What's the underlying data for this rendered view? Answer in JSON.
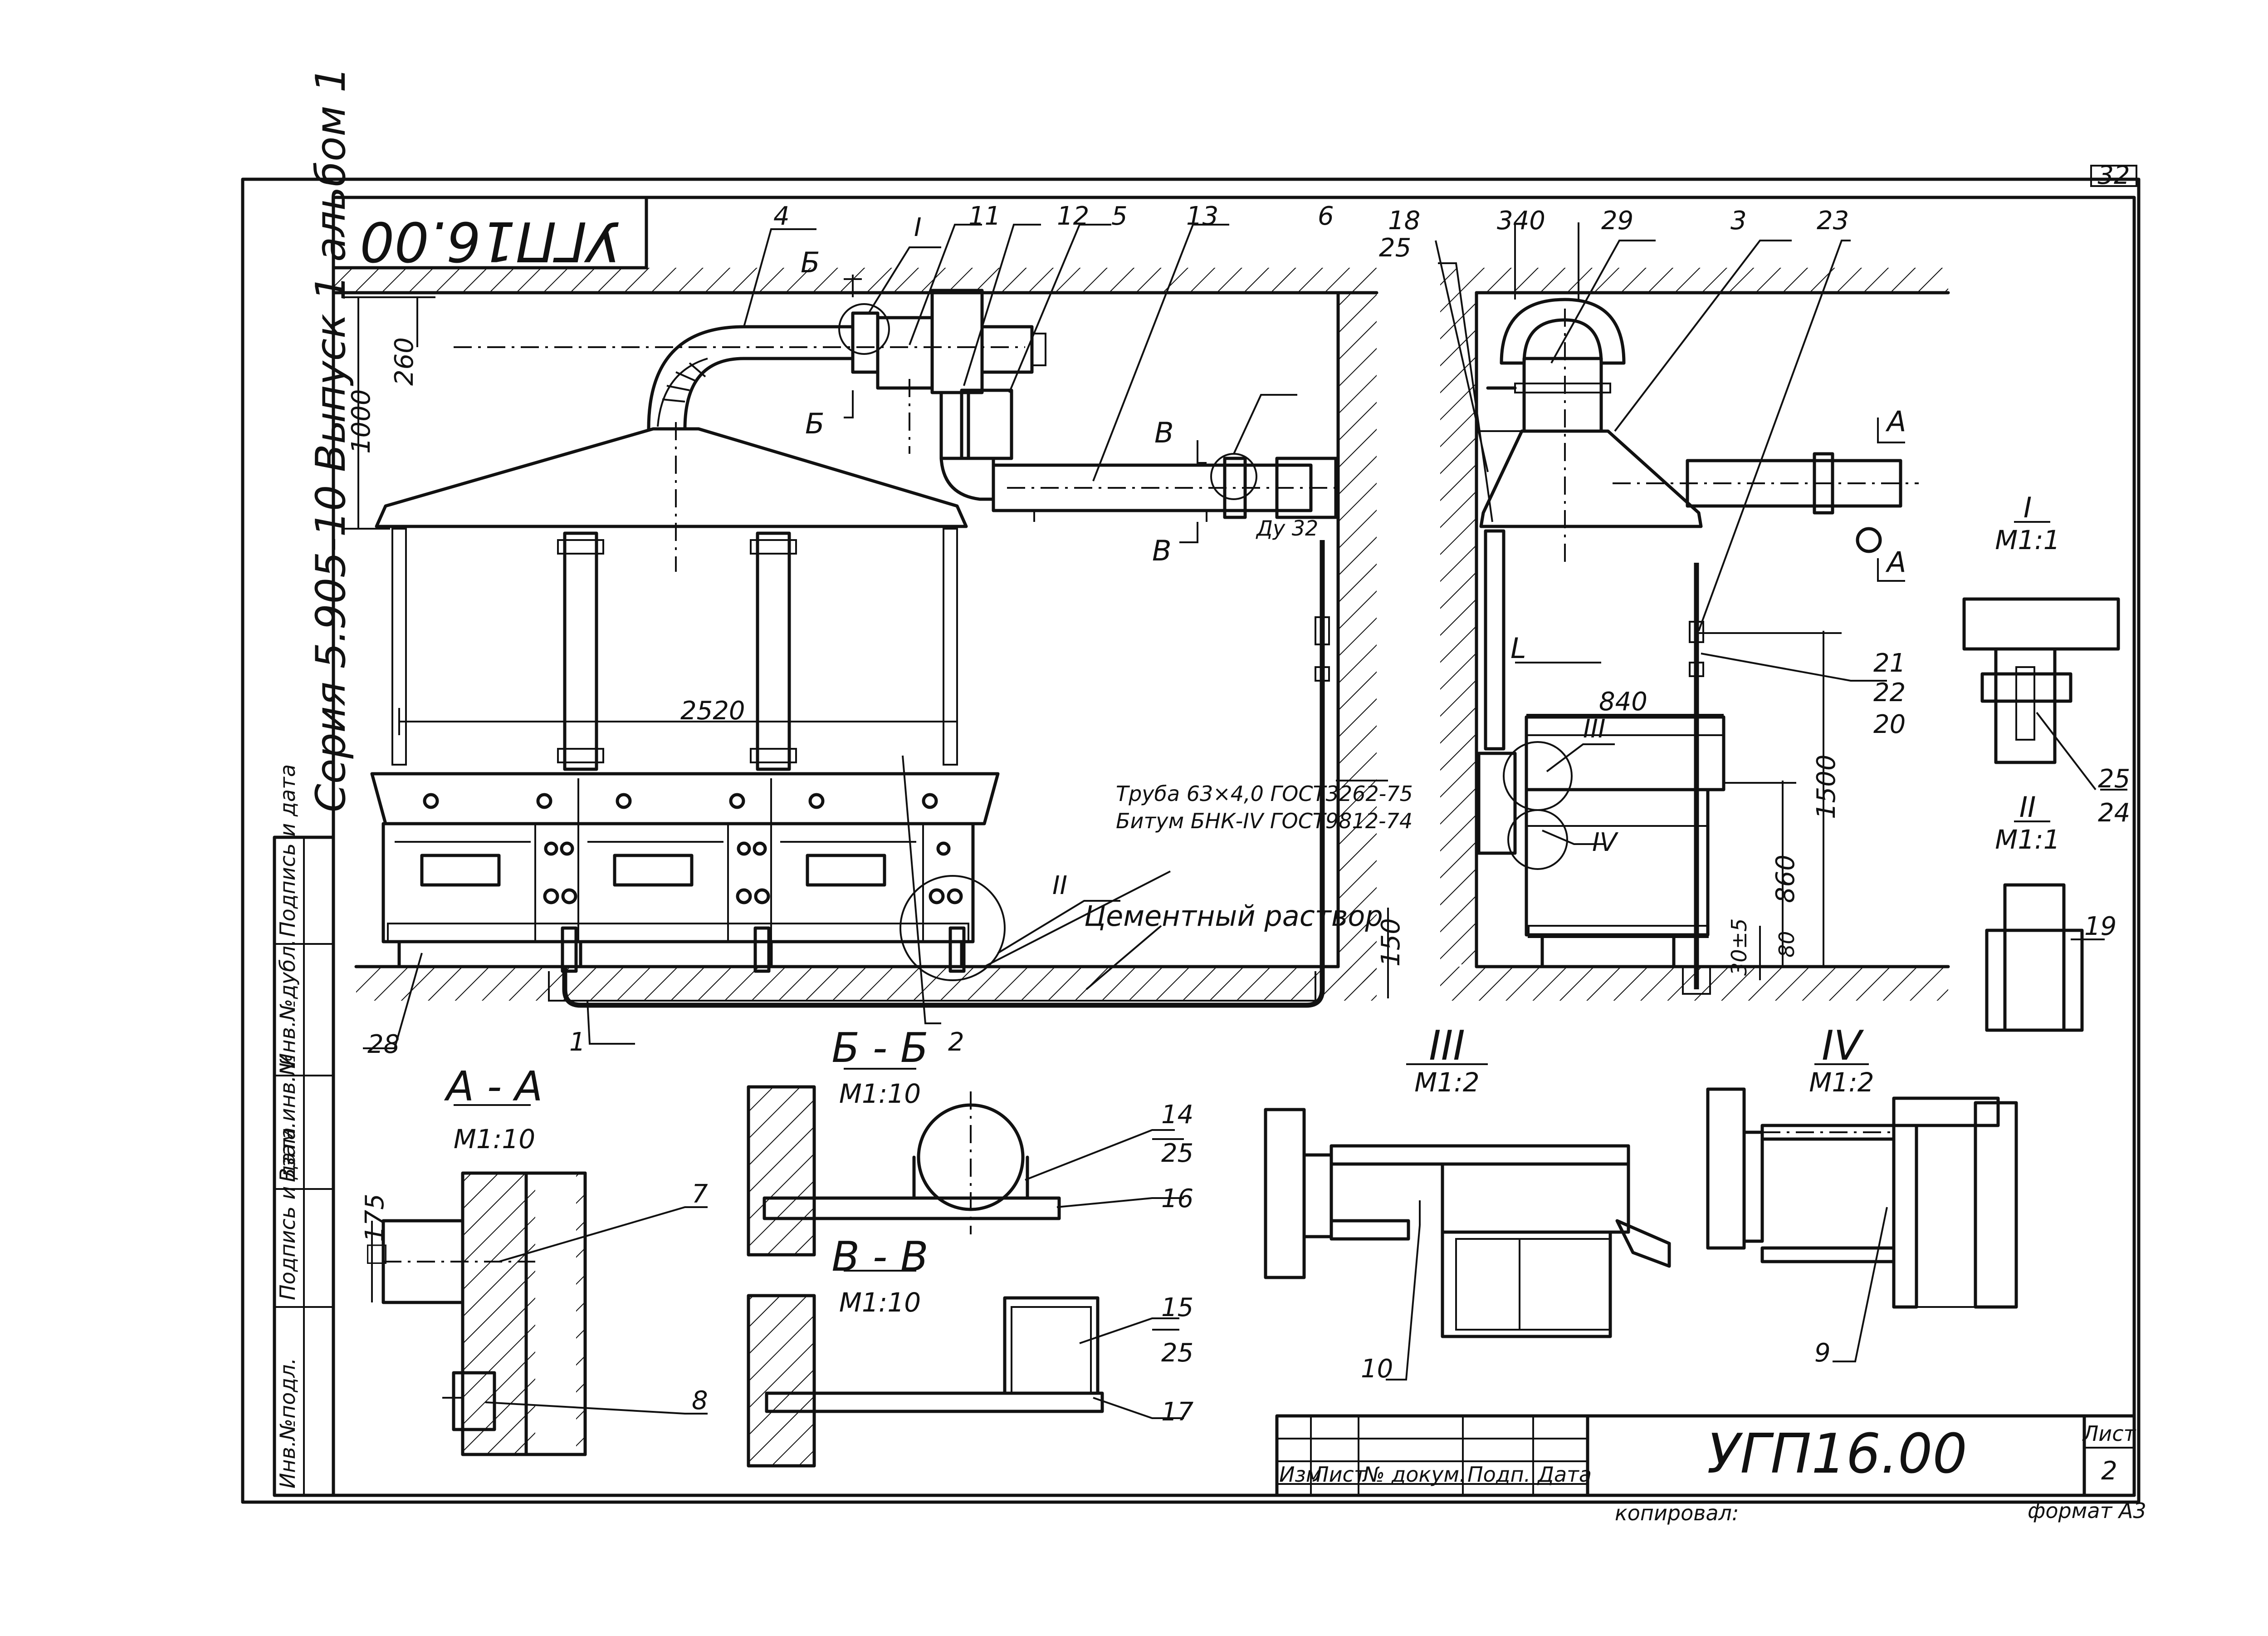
{
  "sheet": {
    "page_number": "32",
    "designation": "УГП16.00",
    "designation_rotated": "УГП16.00",
    "sheet_field_label": "Лист",
    "sheet_number": "2",
    "copied_by": "копировал:",
    "format": "формат А3",
    "series_note": "Серия 5.905-10 Выпуск 1 альбом 1"
  },
  "title_block": {
    "columns": [
      "Изм",
      "Лист",
      "№ докум.",
      "Подп.",
      "Дата"
    ]
  },
  "side_stamp": {
    "fields": [
      "Инв.№подл.",
      "Подпись и дата",
      "Взам.инв.№",
      "Инв.№дубл.",
      "Подпись и дата"
    ]
  },
  "main_view": {
    "dimensions": {
      "overall_height": "1000",
      "duct_offset": "260",
      "length": "2520",
      "floor_depth": "150"
    },
    "notes": {
      "pipe": "Труба 63×4,0 ГОСТ3262-75",
      "bitumen": "Битум БНК-IV ГОСТ9812-74",
      "cement": "Цементный раствор",
      "dn": "Ду 32"
    },
    "section_marks": [
      "Б",
      "Б",
      "В",
      "В"
    ],
    "callouts": [
      "4",
      "I",
      "11",
      "12",
      "5",
      "13",
      "6",
      "II",
      "1",
      "2",
      "28"
    ]
  },
  "side_view": {
    "dimensions": {
      "top": "340",
      "width": "840",
      "height_total": "1500",
      "height_table": "860",
      "floor_gap": "80",
      "foot": "30±5",
      "l_mark": "L"
    },
    "section_marks": [
      "А",
      "А"
    ],
    "callouts": [
      "18",
      "25",
      "29",
      "3",
      "23",
      "21",
      "22",
      "20",
      "III",
      "IV"
    ]
  },
  "details": {
    "I": {
      "title": "I",
      "scale": "М1:1",
      "callouts": [
        "25",
        "24"
      ]
    },
    "II": {
      "title": "II",
      "scale": "М1:1",
      "callouts": [
        "19"
      ]
    },
    "III": {
      "title": "III",
      "scale": "М1:2",
      "callouts": [
        "10"
      ]
    },
    "IV": {
      "title": "IV",
      "scale": "М1:2",
      "callouts": [
        "9"
      ]
    },
    "AA": {
      "title": "А - А",
      "scale": "М1:10",
      "dim": "□175",
      "callouts": [
        "7",
        "8"
      ]
    },
    "BB": {
      "title": "Б - Б",
      "scale": "М1:10",
      "callouts": [
        "14",
        "25",
        "16"
      ]
    },
    "VV": {
      "title": "В - В",
      "scale": "М1:10",
      "callouts": [
        "15",
        "25",
        "17"
      ]
    }
  }
}
